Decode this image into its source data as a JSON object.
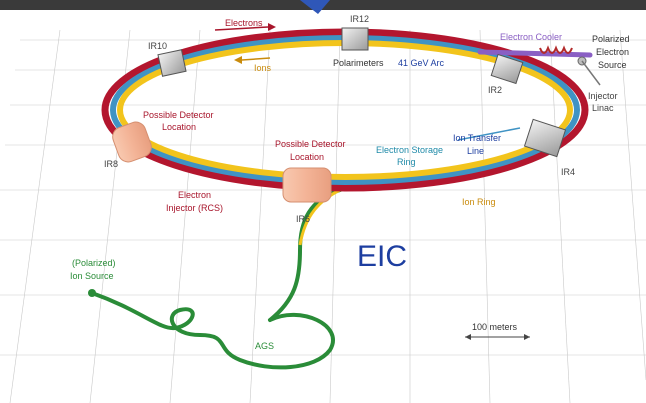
{
  "labels": {
    "electrons_top": "Electrons",
    "ions_top": "Ions",
    "ir12": "IR12",
    "polarimeters": "Polarimeters",
    "arc": "41 GeV Arc",
    "ir10": "IR10",
    "electron_cooler": "Electron Cooler",
    "polarized_source_1": "Polarized",
    "polarized_source_2": "Electron",
    "polarized_source_3": "Source",
    "ir2": "IR2",
    "injector_1": "Injector",
    "injector_2": "Linac",
    "detector_left_1": "Possible Detector",
    "detector_left_2": "Location",
    "ir8": "IR8",
    "detector_center_1": "Possible Detector",
    "detector_center_2": "Location",
    "storage_1": "Electron Storage",
    "storage_2": "Ring",
    "transfer_1": "Ion Transfer",
    "transfer_2": "Line",
    "ir4": "IR4",
    "injector_rcs_1": "Electron",
    "injector_rcs_2": "Injector (RCS)",
    "ir6": "IR6",
    "ion_ring": "Ion Ring",
    "eic": "EIC",
    "ion_source_1": "(Polarized)",
    "ion_source_2": "Ion Source",
    "scale": "100 meters",
    "ags": "AGS"
  },
  "colors": {
    "electron_ring": "#b3162e",
    "ion_ring_blue": "#3f93c4",
    "ion_ring_yellow": "#f2c41c",
    "injector_green": "#2a8c38",
    "electron_label": "#a8152b",
    "ion_label": "#c98b0c",
    "storage_label": "#1f8aa8",
    "cooler_purple": "#8a5fc4",
    "detector_peach": "#f3b79a",
    "eic_blue": "#1d3ea0",
    "top_banner_blue": "#2f57b8"
  }
}
